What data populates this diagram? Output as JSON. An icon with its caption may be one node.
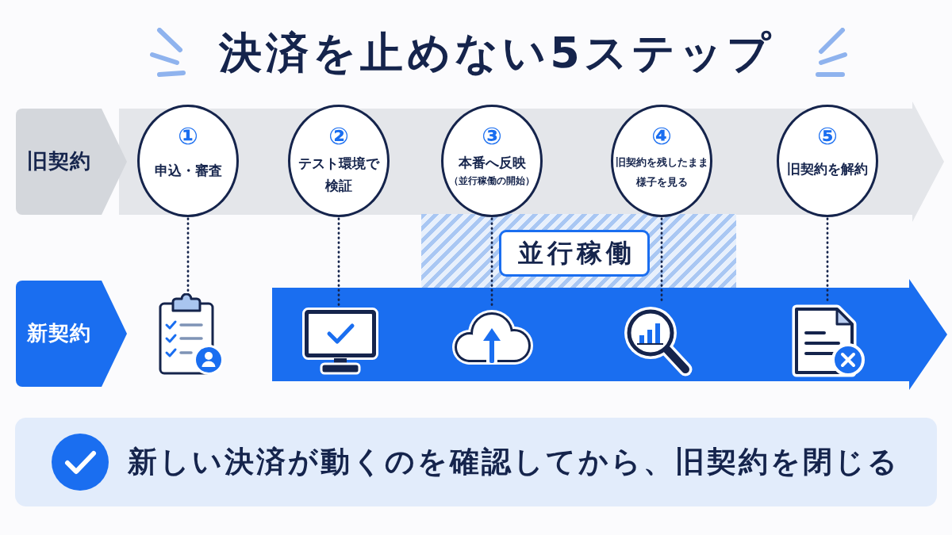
{
  "diagram": {
    "title": "決済を止めない5ステップ",
    "nodes": [
      {
        "text": [
          "旧契約"
        ]
      },
      {
        "text": [
          "①",
          "申込・審査"
        ]
      },
      {
        "text": [
          "②",
          "テスト環境で検証"
        ]
      },
      {
        "text": [
          "③",
          "本番へ反映",
          "（並行稼働の開始）"
        ]
      },
      {
        "text": [
          "④",
          "旧契約を残したまま様子を見る"
        ]
      },
      {
        "text": [
          "⑤",
          "旧契約を解約"
        ]
      },
      {
        "text": [
          "並行稼働"
        ]
      },
      {
        "text": [
          "新契約"
        ]
      },
      {
        "text": [],
        "shape": "picture"
      },
      {
        "text": [],
        "shape": "picture"
      },
      {
        "text": [],
        "shape": "picture"
      },
      {
        "text": [],
        "shape": "picture"
      },
      {
        "text": [],
        "shape": "picture"
      },
      {
        "text": [
          "新しい決済が動くのを確認してから、旧契約を閉じる"
        ]
      }
    ],
    "edges": [
      {
        "from": 1,
        "to": 8,
        "arrow": "none",
        "style": "dashed"
      },
      {
        "from": 2,
        "to": 9,
        "arrow": "none",
        "style": "dashed"
      },
      {
        "from": 3,
        "to": 10,
        "arrow": "none",
        "style": "dashed"
      },
      {
        "from": 4,
        "to": 11,
        "arrow": "none",
        "style": "dashed"
      },
      {
        "from": 5,
        "to": 12,
        "arrow": "none",
        "style": "dashed"
      }
    ]
  }
}
